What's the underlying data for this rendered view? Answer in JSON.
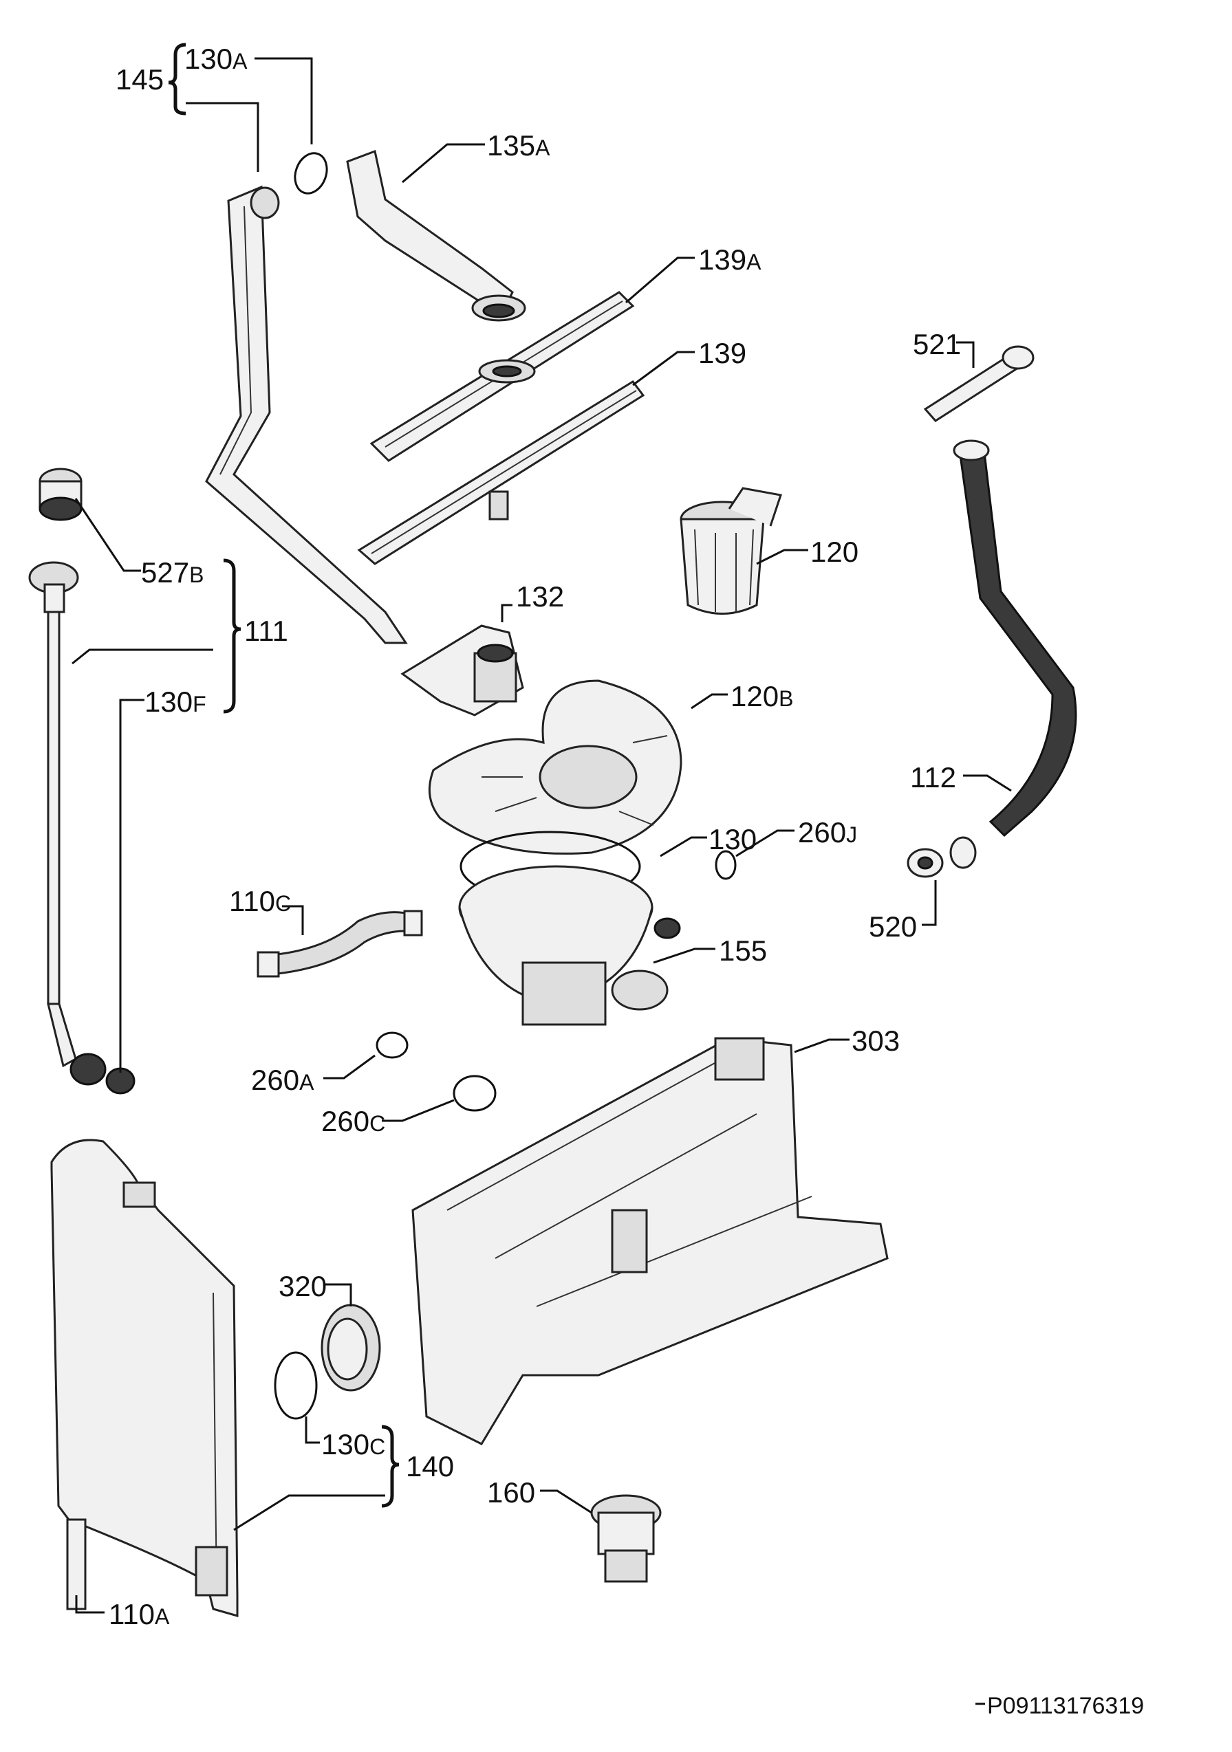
{
  "labels": {
    "l145": "145",
    "l130a": "130",
    "l130a_s": "A",
    "l135a": "135",
    "l135a_s": "A",
    "l139a": "139",
    "l139a_s": "A",
    "l139": "139",
    "l521": "521",
    "l527b": "527",
    "l527b_s": "B",
    "l111": "111",
    "l120": "120",
    "l132": "132",
    "l130f": "130",
    "l130f_s": "F",
    "l120b": "120",
    "l120b_s": "B",
    "l112": "112",
    "l130": "130",
    "l260j": "260",
    "l260j_s": "J",
    "l110c": "110",
    "l110c_s": "C",
    "l520": "520",
    "l155": "155",
    "l303": "303",
    "l260a": "260",
    "l260a_s": "A",
    "l260c": "260",
    "l260c_s": "C",
    "l320": "320",
    "l130c": "130",
    "l130c_s": "C",
    "l140": "140",
    "l160": "160",
    "l110a": "110",
    "l110a_s": "A",
    "ref": "P09113176319"
  }
}
